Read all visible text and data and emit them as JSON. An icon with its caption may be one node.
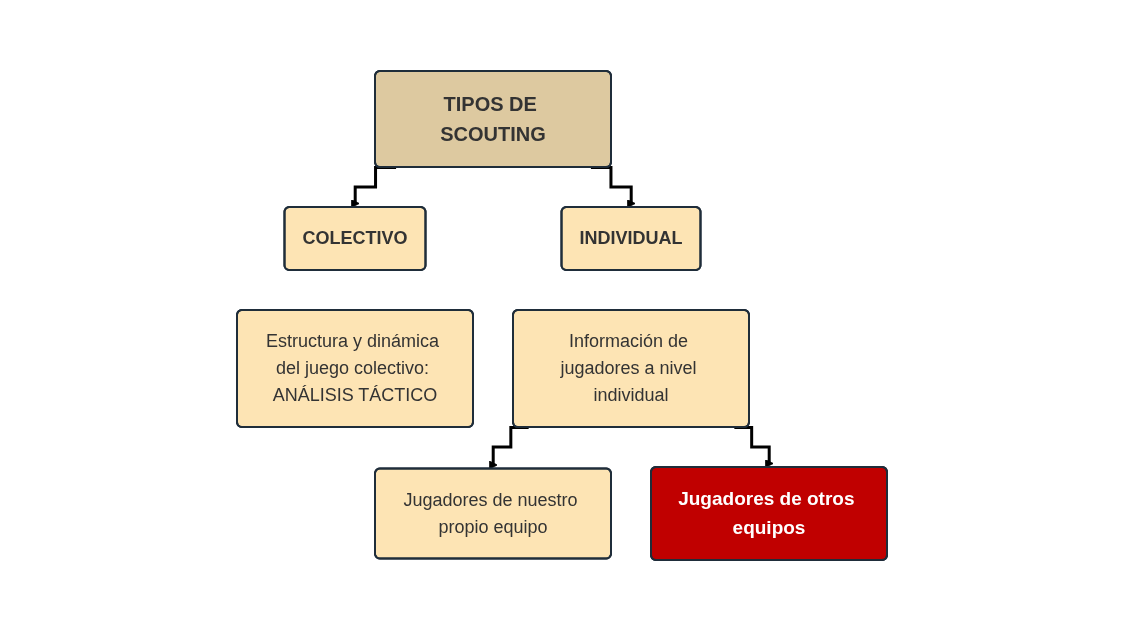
{
  "diagram": {
    "nodes": [
      {
        "text": [
          "TIPOS DE SCOUTING"
        ]
      },
      {
        "text": [
          "COLECTIVO"
        ]
      },
      {
        "text": [
          "Estructura y dinámica del juego colectivo: ANÁLISIS TÁCTICO"
        ]
      },
      {
        "text": [
          "INDIVIDUAL"
        ]
      },
      {
        "text": [
          "Información de jugadores a nivel individual"
        ]
      },
      {
        "text": [
          "Jugadores de nuestro propio equipo"
        ]
      },
      {
        "text": [
          "Jugadores de otros equipos"
        ]
      }
    ],
    "edges": [
      {
        "from": 0,
        "to": 1,
        "arrow": "to"
      },
      {
        "from": 0,
        "to": 3,
        "arrow": "to"
      },
      {
        "from": 4,
        "to": 5,
        "arrow": "to"
      },
      {
        "from": 4,
        "to": 6,
        "arrow": "to"
      }
    ]
  }
}
